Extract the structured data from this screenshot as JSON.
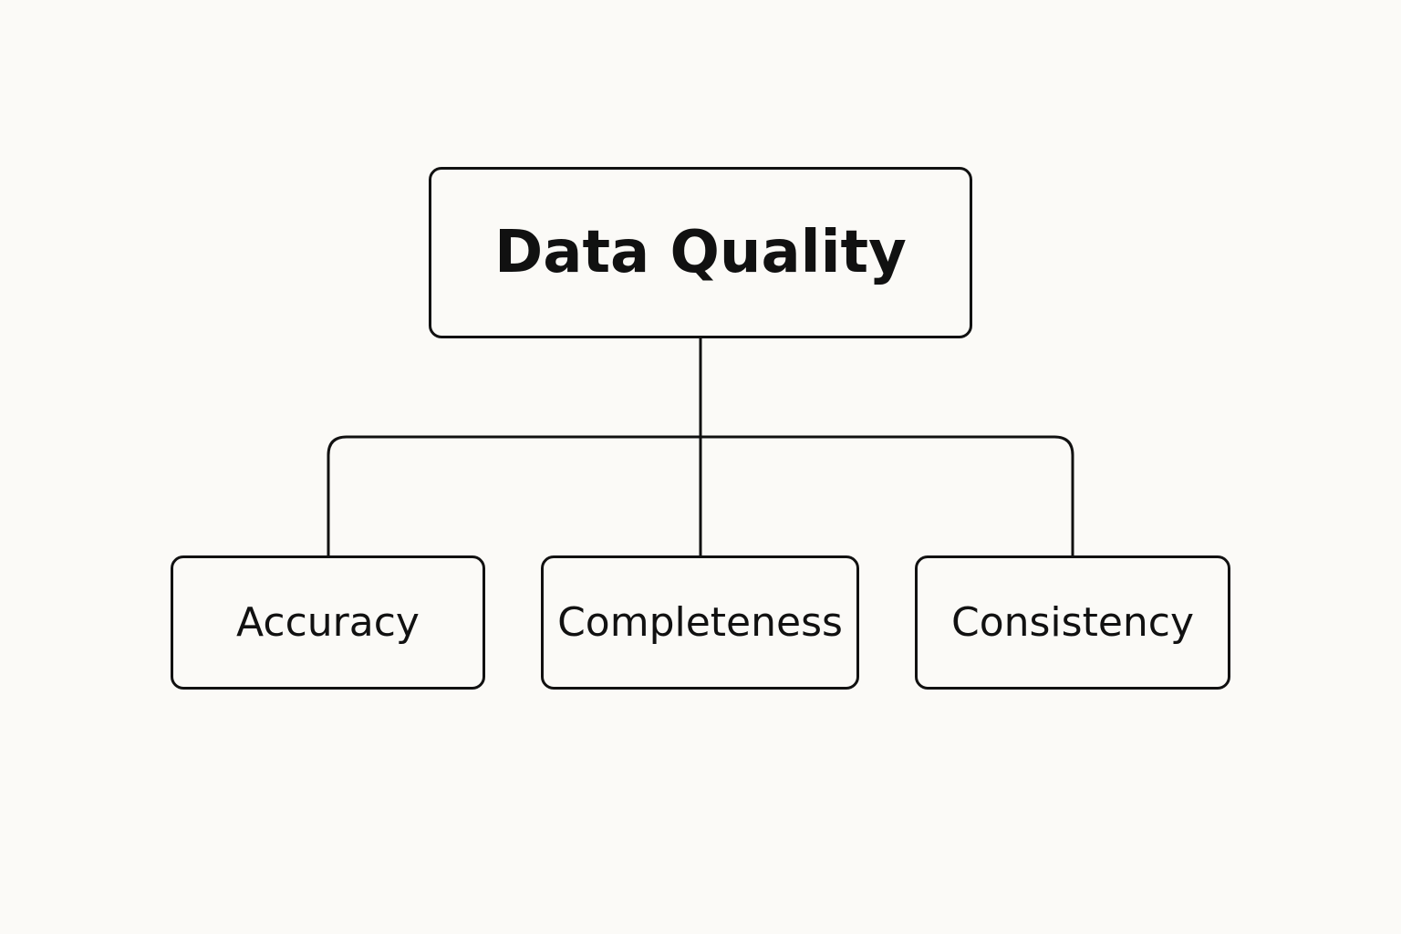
{
  "diagram": {
    "root": {
      "label": "Data Quality"
    },
    "children": [
      {
        "label": "Accuracy"
      },
      {
        "label": "Completeness"
      },
      {
        "label": "Consistency"
      }
    ]
  },
  "colors": {
    "background": "#fbfaf7",
    "stroke": "#111111",
    "text": "#111111"
  }
}
